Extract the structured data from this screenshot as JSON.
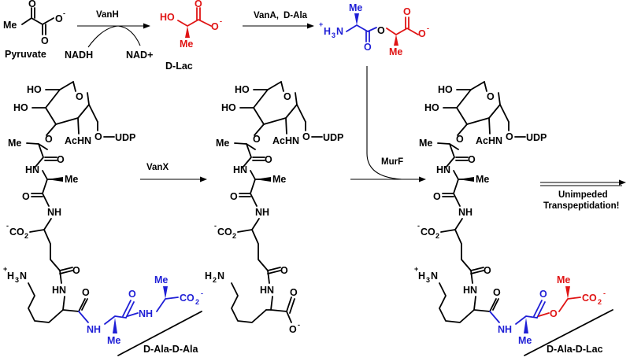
{
  "colors": {
    "black": "#000000",
    "blue_dala": "#1f1fd6",
    "red_dlac": "#e01414"
  },
  "top_row": {
    "pyruvate": {
      "me": "Me",
      "o_minus": "O",
      "charge": "-",
      "o": "O",
      "name": "Pyruvate"
    },
    "step_vanh": {
      "enzyme": "VanH",
      "cofactor_in": "NADH",
      "cofactor_out": "NAD+"
    },
    "dlac": {
      "ho": "HO",
      "o": "O",
      "o_minus": "O",
      "charge": "-",
      "me": "Me",
      "name": "D-Lac"
    },
    "step_vana": {
      "enzyme": "VanA,",
      "substrate": "D-Ala"
    },
    "depsipeptide": {
      "h3n_plus": "+",
      "h3n": "H",
      "sub3": "3",
      "n": "N",
      "me_ala": "Me",
      "o_carbonyl": "O",
      "o_ester": "O",
      "me_lac": "Me",
      "o": "O",
      "o_minus": "O",
      "charge": "-"
    }
  },
  "middle_arrows": {
    "vanx": "VanX",
    "murf": "MurF",
    "unimpeded1": "Unimpeded",
    "unimpeded2": "Transpeptidation!"
  },
  "structure_common": {
    "ho1": "HO",
    "ho2": "HO",
    "o_ring": "O",
    "me": "Me",
    "o_link": "O",
    "achn": "AcHN",
    "o_udp": "O",
    "udp": "UDP",
    "nh": "NH",
    "hn": "HN",
    "o": "O",
    "co2": "CO",
    "co2_sub": "2",
    "charge": "-",
    "h3n_plus": "+",
    "h3n": "H",
    "h3n_sub": "3",
    "h3n_n": "N",
    "h2n": "H",
    "h2n_sub": "2",
    "h2n_n": "N"
  },
  "tail_labels": {
    "left": "D-Ala-D-Ala",
    "right": "D-Ala-D-Lac"
  }
}
